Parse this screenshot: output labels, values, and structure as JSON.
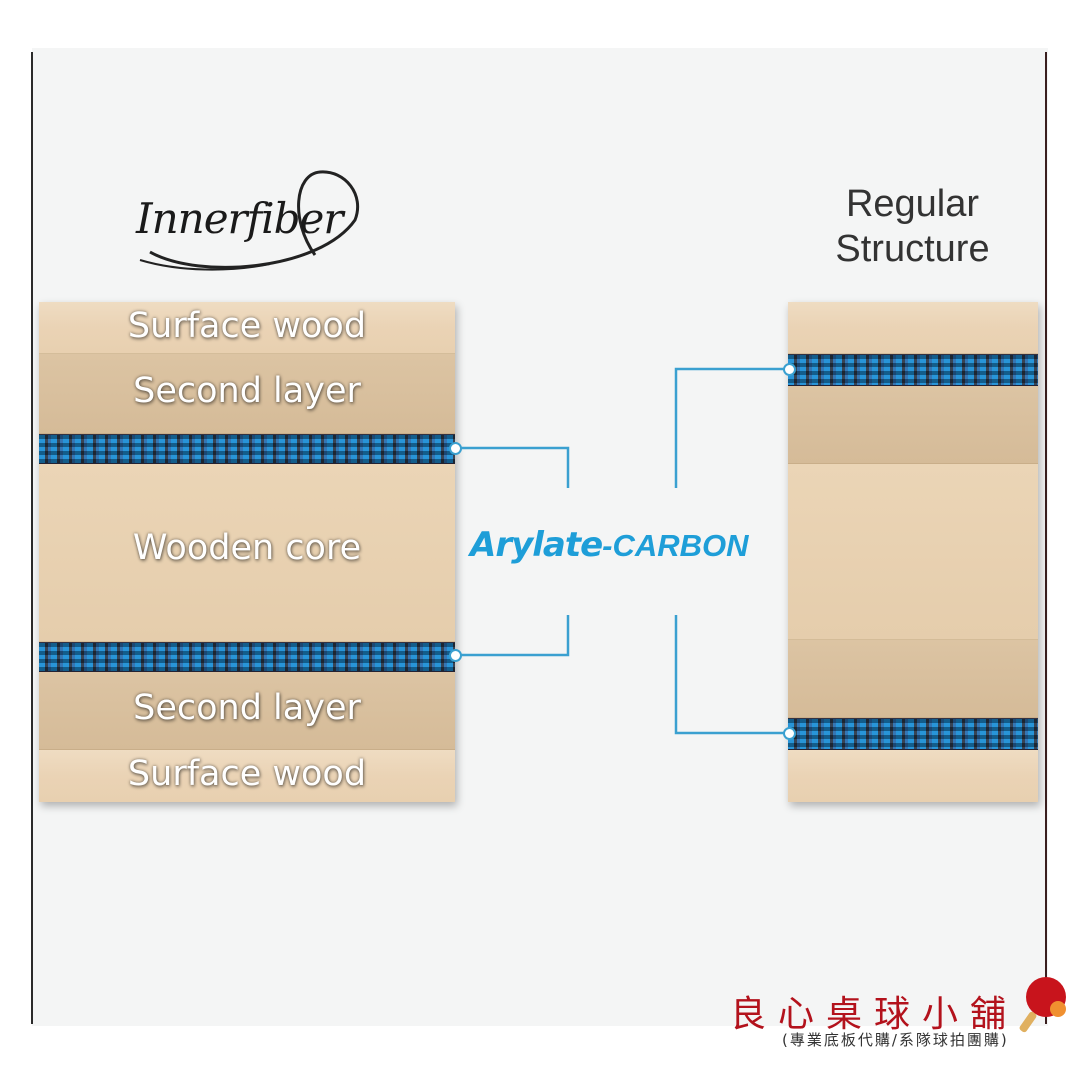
{
  "logo": {
    "text": "Innerfiber"
  },
  "regular": {
    "line1": "Regular",
    "line2": "Structure"
  },
  "left_stack": {
    "layers": [
      {
        "label": "Surface wood"
      },
      {
        "label": "Second layer"
      },
      {
        "label": "Wooden core"
      },
      {
        "label": "Second layer"
      },
      {
        "label": "Surface wood"
      }
    ]
  },
  "brand": {
    "arylate": "Arylate",
    "carbon": "-CARBON"
  },
  "colors": {
    "accent": "#1e9ed8",
    "connector": "#3aa0d0",
    "watermark": "#b3121c"
  },
  "watermark": {
    "title": "良心桌球小舖",
    "subtitle": "(專業底板代購/系隊球拍團購)"
  }
}
